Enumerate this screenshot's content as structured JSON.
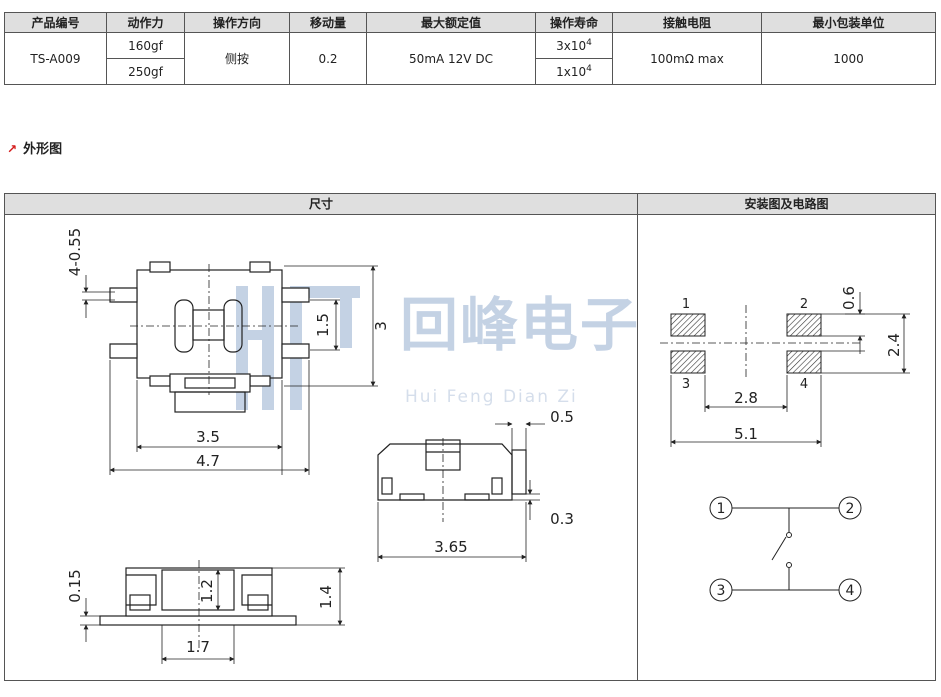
{
  "table": {
    "headers": [
      "产品编号",
      "动作力",
      "操作方向",
      "移动量",
      "最大额定值",
      "操作寿命",
      "接触电阻",
      "最小包装单位"
    ],
    "part_no": "TS-A009",
    "forces": [
      "160gf",
      "250gf"
    ],
    "direction": "侧按",
    "travel": "0.2",
    "rating": "50mA 12V DC",
    "life": [
      {
        "base": "3x10",
        "exp": "4"
      },
      {
        "base": "1x10",
        "exp": "4"
      }
    ],
    "resistance": "100mΩ max",
    "min_pack": "1000"
  },
  "section_title": "外形图",
  "panels": {
    "dimensions_title": "尺寸",
    "install_title": "安装图及电路图"
  },
  "watermark": {
    "cn": "回峰电子",
    "en": "Hui Feng Dian Zi"
  },
  "dims": {
    "d_4_055": "4-0.55",
    "d_15": "1.5",
    "d_3": "3",
    "d_35": "3.5",
    "d_47": "4.7",
    "d_05": "0.5",
    "d_03": "0.3",
    "d_365": "3.65",
    "d_015": "0.15",
    "d_12": "1.2",
    "d_14": "1.4",
    "d_17": "1.7"
  },
  "footprint": {
    "pins": [
      "1",
      "2",
      "3",
      "4"
    ],
    "d_06": "0.6",
    "d_24": "2.4",
    "d_28": "2.8",
    "d_51": "5.1"
  },
  "circuit": {
    "pins": [
      "1",
      "2",
      "3",
      "4"
    ]
  }
}
